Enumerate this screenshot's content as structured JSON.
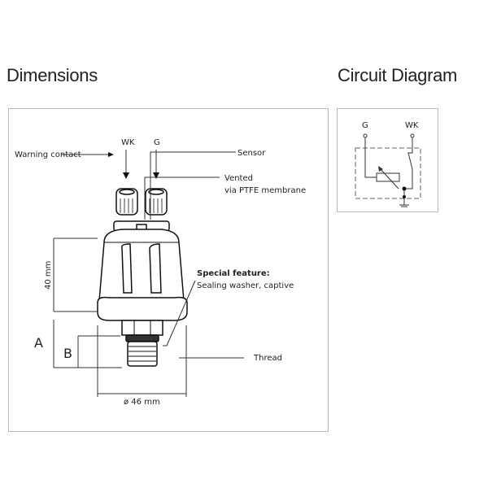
{
  "headings": {
    "dimensions": "Dimensions",
    "circuit": "Circuit Diagram"
  },
  "labels": {
    "wk": "WK",
    "g": "G",
    "warning_contact": "Warning contact",
    "sensor": "Sensor",
    "vented_1": "Vented",
    "vented_2": "via PTFE membrane",
    "height": "40 mm",
    "special_1": "Special feature:",
    "special_2": "Sealing washer, captive",
    "a": "A",
    "b": "B",
    "thread": "Thread",
    "diameter": "ø 46 mm"
  },
  "circuit": {
    "g": "G",
    "wk": "WK"
  }
}
